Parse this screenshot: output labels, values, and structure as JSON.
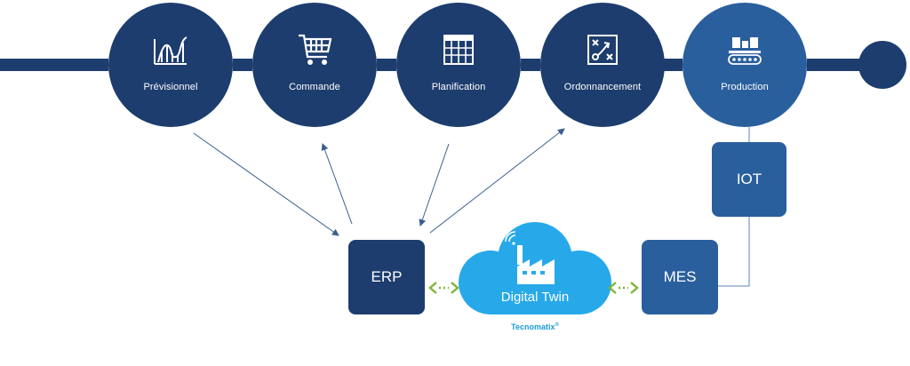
{
  "steps": [
    {
      "label": "Prévisionnel",
      "icon": "roller-coaster-chart-icon"
    },
    {
      "label": "Commande",
      "icon": "shopping-cart-icon"
    },
    {
      "label": "Planification",
      "icon": "calendar-grid-icon"
    },
    {
      "label": "Ordonnancement",
      "icon": "strategy-board-icon"
    },
    {
      "label": "Production",
      "icon": "conveyor-belt-icon"
    }
  ],
  "systems": {
    "erp": "ERP",
    "mes": "MES",
    "iot": "IOT"
  },
  "digital_twin": {
    "label": "Digital Twin",
    "caption": "Tecnomatix",
    "caption_mark": "®",
    "icon": "factory-wifi-icon"
  },
  "colors": {
    "dark_navy": "#1d3d6e",
    "mid_blue": "#2a5f9e",
    "cloud_blue": "#27a9e9",
    "arrow_green": "#7db53b",
    "caption_blue": "#1a9bd8",
    "connector_line": "#3b5f8f"
  }
}
